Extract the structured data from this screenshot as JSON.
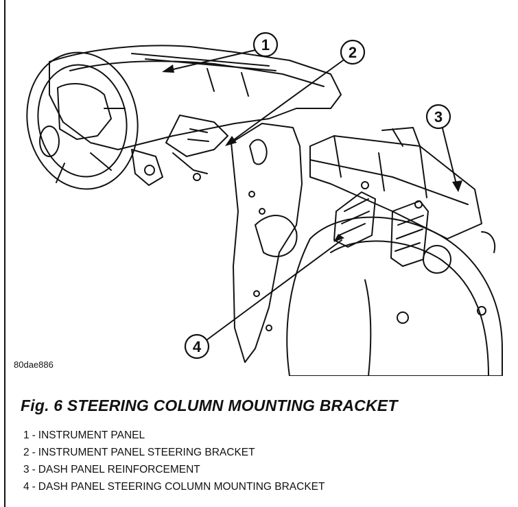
{
  "figure": {
    "code": "80dae886",
    "caption": "Fig. 6 STEERING COLUMN MOUNTING BRACKET",
    "callouts": [
      "1",
      "2",
      "3",
      "4"
    ],
    "legend": [
      {
        "num": "1",
        "sep": "-",
        "text": "INSTRUMENT PANEL"
      },
      {
        "num": "2",
        "sep": "-",
        "text": "INSTRUMENT PANEL STEERING BRACKET"
      },
      {
        "num": "3",
        "sep": "-",
        "text": "DASH PANEL REINFORCEMENT"
      },
      {
        "num": "4",
        "sep": "-",
        "text": "DASH PANEL STEERING COLUMN MOUNTING BRACKET"
      }
    ]
  }
}
